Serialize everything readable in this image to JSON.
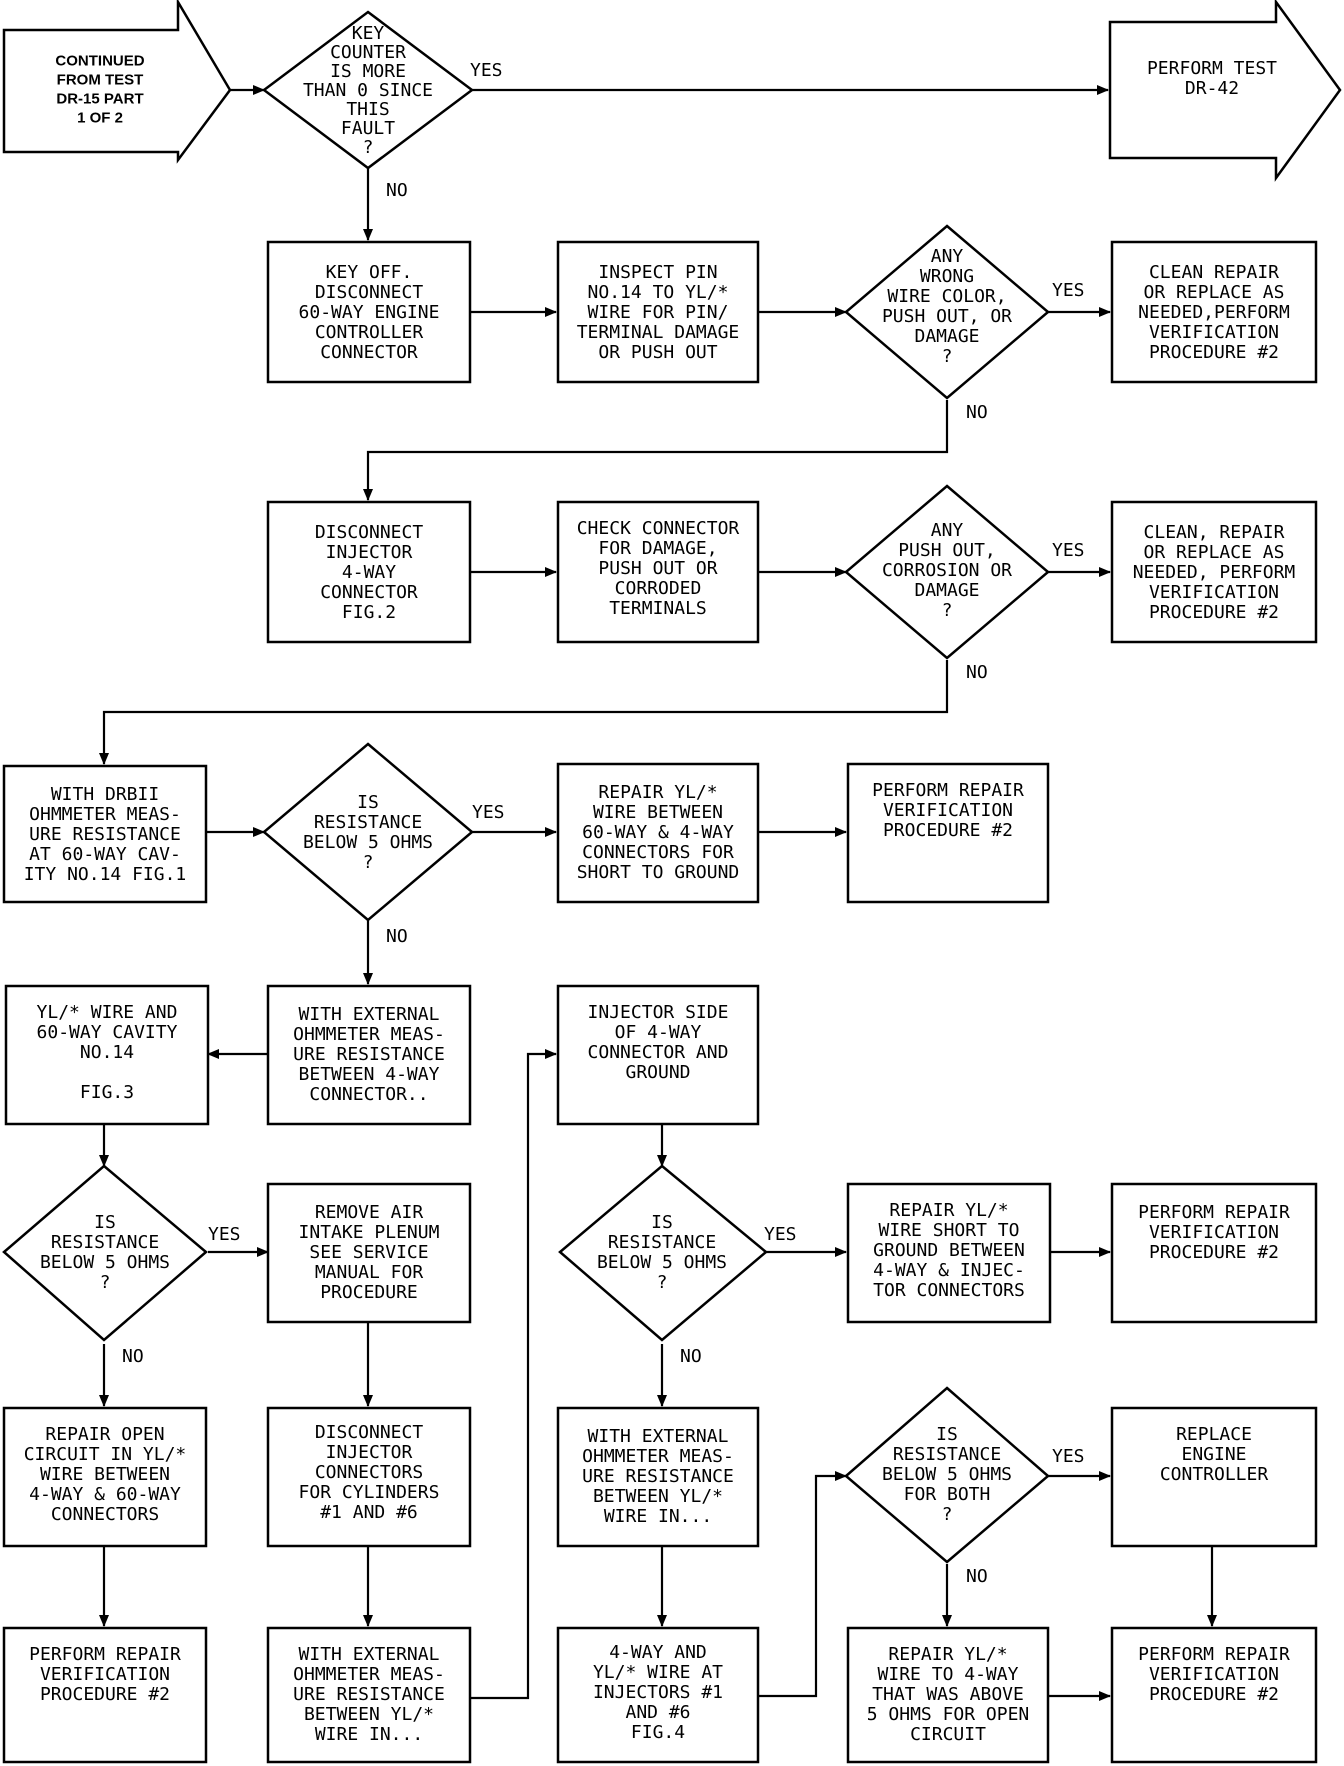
{
  "diagram": {
    "nodes": {
      "start": {
        "lines": [
          "CONTINUED",
          "FROM TEST",
          "DR-15 PART",
          "1 OF 2"
        ]
      },
      "d_keycounter": {
        "lines": [
          "KEY",
          "COUNTER",
          "IS MORE",
          "THAN 0 SINCE",
          "THIS",
          "FAULT",
          "?"
        ]
      },
      "perform_dr42": {
        "lines": [
          "PERFORM TEST",
          "DR-42"
        ]
      },
      "key_off": {
        "lines": [
          "KEY OFF.",
          "DISCONNECT",
          "60-WAY ENGINE",
          "CONTROLLER",
          "CONNECTOR"
        ]
      },
      "inspect_pin": {
        "lines": [
          "INSPECT PIN",
          "NO.14 TO YL/*",
          "WIRE FOR PIN/",
          "TERMINAL DAMAGE",
          "OR PUSH OUT"
        ]
      },
      "d_wrong_wire": {
        "lines": [
          "ANY",
          "WRONG",
          "WIRE COLOR,",
          "PUSH OUT, OR",
          "DAMAGE",
          "?"
        ]
      },
      "clean_repair_1": {
        "lines": [
          "CLEAN REPAIR",
          "OR REPLACE AS",
          "NEEDED,PERFORM",
          "VERIFICATION",
          "PROCEDURE #2"
        ]
      },
      "disc_injector": {
        "lines": [
          "DISCONNECT",
          "INJECTOR",
          "4-WAY",
          "CONNECTOR",
          "FIG.2"
        ]
      },
      "check_connector": {
        "lines": [
          "CHECK CONNECTOR",
          "FOR DAMAGE,",
          "PUSH OUT OR",
          "CORRODED",
          "TERMINALS"
        ]
      },
      "d_push_out": {
        "lines": [
          "ANY",
          "PUSH OUT,",
          "CORROSION OR",
          "DAMAGE",
          "?"
        ]
      },
      "clean_repair_2": {
        "lines": [
          "CLEAN, REPAIR",
          "OR REPLACE AS",
          "NEEDED, PERFORM",
          "VERIFICATION",
          "PROCEDURE #2"
        ]
      },
      "drbii_measure": {
        "lines": [
          "WITH DRBII",
          "OHMMETER MEAS-",
          "URE RESISTANCE",
          "AT 60-WAY CAV-",
          "ITY NO.14 FIG.1"
        ]
      },
      "d_res_1": {
        "lines": [
          "IS",
          "RESISTANCE",
          "BELOW 5 OHMS",
          "?"
        ]
      },
      "repair_short_1": {
        "lines": [
          "REPAIR YL/*",
          "WIRE BETWEEN",
          "60-WAY & 4-WAY",
          "CONNECTORS FOR",
          "SHORT TO GROUND"
        ]
      },
      "perform_rv_1": {
        "lines": [
          "PERFORM REPAIR",
          "VERIFICATION",
          "PROCEDURE #2"
        ]
      },
      "yl_wire_cavity": {
        "lines": [
          "YL/* WIRE AND",
          "60-WAY CAVITY",
          "NO.14",
          "",
          "FIG.3"
        ]
      },
      "ext_ohm_4way": {
        "lines": [
          "WITH EXTERNAL",
          "OHMMETER MEAS-",
          "URE RESISTANCE",
          "BETWEEN 4-WAY",
          "CONNECTOR.."
        ]
      },
      "injector_side": {
        "lines": [
          "INJECTOR SIDE",
          "OF 4-WAY",
          "CONNECTOR AND",
          "GROUND"
        ]
      },
      "d_res_2": {
        "lines": [
          "IS",
          "RESISTANCE",
          "BELOW 5 OHMS",
          "?"
        ]
      },
      "remove_plenum": {
        "lines": [
          "REMOVE AIR",
          "INTAKE PLENUM",
          "SEE SERVICE",
          "MANUAL FOR",
          "PROCEDURE"
        ]
      },
      "d_res_3": {
        "lines": [
          "IS",
          "RESISTANCE",
          "BELOW 5 OHMS",
          "?"
        ]
      },
      "repair_short_2": {
        "lines": [
          "REPAIR YL/*",
          "WIRE SHORT TO",
          "GROUND BETWEEN",
          "4-WAY & INJEC-",
          "TOR CONNECTORS"
        ]
      },
      "perform_rv_2": {
        "lines": [
          "PERFORM REPAIR",
          "VERIFICATION",
          "PROCEDURE #2"
        ]
      },
      "repair_open": {
        "lines": [
          "REPAIR OPEN",
          "CIRCUIT IN YL/*",
          "WIRE BETWEEN",
          "4-WAY & 60-WAY",
          "CONNECTORS"
        ]
      },
      "disc_inj_conn": {
        "lines": [
          "DISCONNECT",
          "INJECTOR",
          "CONNECTORS",
          "FOR CYLINDERS",
          "#1 AND #6"
        ]
      },
      "ext_ohm_ylwire_a": {
        "lines": [
          "WITH EXTERNAL",
          "OHMMETER MEAS-",
          "URE RESISTANCE",
          "BETWEEN YL/*",
          "WIRE IN..."
        ]
      },
      "d_res_both": {
        "lines": [
          "IS",
          "RESISTANCE",
          "BELOW 5 OHMS",
          "FOR BOTH",
          "?"
        ]
      },
      "replace_ctrl": {
        "lines": [
          "REPLACE",
          "ENGINE",
          "CONTROLLER"
        ]
      },
      "perform_rv_3": {
        "lines": [
          "PERFORM REPAIR",
          "VERIFICATION",
          "PROCEDURE #2"
        ]
      },
      "ext_ohm_ylwire_b": {
        "lines": [
          "WITH EXTERNAL",
          "OHMMETER MEAS-",
          "URE RESISTANCE",
          "BETWEEN YL/*",
          "WIRE IN..."
        ]
      },
      "fourway_injectors": {
        "lines": [
          "4-WAY AND",
          "YL/* WIRE AT",
          "INJECTORS #1",
          "AND #6",
          "FIG.4"
        ]
      },
      "repair_to_4way": {
        "lines": [
          "REPAIR YL/*",
          "WIRE TO 4-WAY",
          "THAT WAS ABOVE",
          "5 OHMS FOR OPEN",
          "CIRCUIT"
        ]
      },
      "perform_rv_4": {
        "lines": [
          "PERFORM REPAIR",
          "VERIFICATION",
          "PROCEDURE #2"
        ]
      }
    },
    "edge_labels": {
      "yes": "YES",
      "no": "NO"
    }
  }
}
